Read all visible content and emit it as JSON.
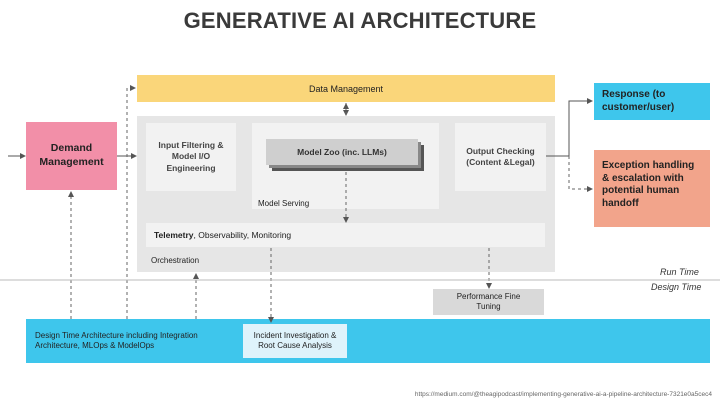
{
  "title": "GENERATIVE AI ARCHITECTURE",
  "colors": {
    "data_management": "#fad67a",
    "demand": "#f28fa8",
    "response": "#3ec6ec",
    "exception": "#f2a48b",
    "panel": "#e6e6e6",
    "inner": "#f2f2f2",
    "design_bar": "#3ec6ec",
    "incident": "#dff3fb",
    "model_zoo": "#cfcfcf"
  },
  "nodes": {
    "data_management": "Data Management",
    "demand_management": "Demand Management",
    "input_filtering": "Input Filtering & Model I/O Engineering",
    "model_zoo": "Model Zoo (inc. LLMs)",
    "model_serving": "Model Serving",
    "output_checking": "Output Checking (Content &Legal)",
    "telemetry_bold": "Telemetry",
    "telemetry_rest": ", Observability, Monitoring",
    "orchestration": "Orchestration",
    "response": "Response (to customer/user)",
    "exception": "Exception handling & escalation with potential human handoff",
    "performance_tuning": "Performance Fine Tuning",
    "design_time_arch": "Design Time Architecture including Integration Architecture, MLOps & ModelOps",
    "incident": "Incident Investigation & Root Cause Analysis"
  },
  "separator": {
    "run_time": "Run Time",
    "design_time": "Design Time"
  },
  "source_url": "https://medium.com/@theagipodcast/implementing-generative-ai-a-pipeline-architecture-7321e0a5cec4"
}
